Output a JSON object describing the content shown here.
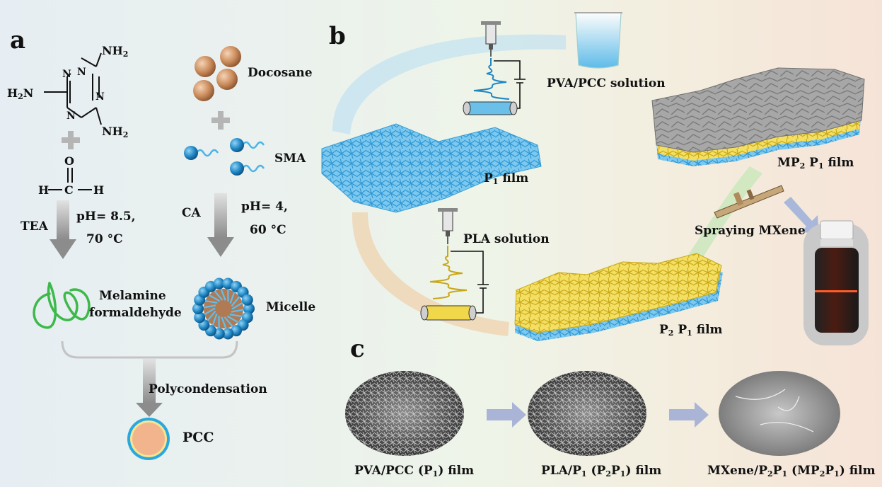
{
  "panels": {
    "a": "a",
    "b": "b",
    "c": "c"
  },
  "panel_a": {
    "melamine_atoms": {
      "nh2_top": "NH",
      "h2n_left": "H",
      "nh2_bottom": "NH",
      "n": "N",
      "sub2": "2"
    },
    "formaldehyde_atoms": {
      "o": "O",
      "c": "C",
      "h_left": "H",
      "h_right": "H"
    },
    "docosane": "Docosane",
    "sma": "SMA",
    "cond_left_reagent": "TEA",
    "cond_left_ph": "pH= 8.5,",
    "cond_left_temp": "70 °C",
    "cond_right_reagent": "CA",
    "cond_right_ph": "pH= 4,",
    "cond_right_temp": "60 °C",
    "melamine_formaldehyde_1": "Melamine",
    "melamine_formaldehyde_2": "formaldehyde",
    "micelle": "Micelle",
    "polycondensation": "Polycondensation",
    "pcc": "PCC"
  },
  "panel_b": {
    "pva_pcc_solution": "PVA/PCC solution",
    "p1_film": {
      "pre": "P",
      "sub1": "1",
      "post": " film"
    },
    "pla_solution": "PLA solution",
    "spraying_mxene": "Spraying MXene",
    "p2p1_film": {
      "pre": "P",
      "sub1": "2",
      "mid": " P",
      "sub2": "1",
      "post": " film"
    },
    "mp2p1_film": {
      "pre": "MP",
      "sub1": "2",
      "mid": " P",
      "sub2": "1",
      "post": " film"
    }
  },
  "panel_c": {
    "captions": [
      {
        "pre": "PVA/PCC (P",
        "sub1": "1",
        "post": ") film"
      },
      {
        "pre": "PLA/P",
        "sub1": "1",
        "mid": " (P",
        "sub2": "2",
        "mid2": "P",
        "sub3": "1",
        "post": ") film"
      },
      {
        "pre": "MXene/P",
        "sub1": "2",
        "mid": "P",
        "sub2": "1",
        "mid2": " (MP",
        "sub3": "2",
        "mid3": "P",
        "sub4": "1",
        "post": ") film"
      }
    ]
  },
  "colors": {
    "docosane": "#c98a5a",
    "sma": "#1f86c4",
    "melamine_polymer": "#3db94a",
    "pcc_core": "#f2b48c",
    "pcc_shell": "#29a8df",
    "p1_fiber": "#5cb8e6",
    "p2_fiber": "#f1d84a",
    "mxene": "#a6a6a6",
    "arrow": "#9a9a9a",
    "sem_arrow": "#aab4d6"
  }
}
